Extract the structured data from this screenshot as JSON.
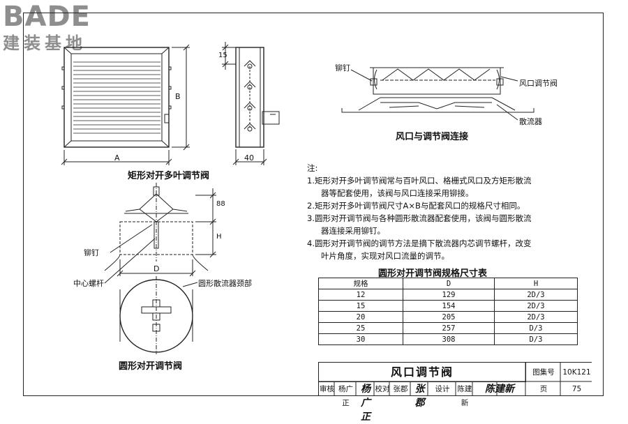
{
  "logo": {
    "main": "BADE",
    "sub": "建装基地"
  },
  "views": {
    "rect_valve_title": "矩形对开多叶调节阀",
    "dim_a": "A",
    "dim_b": "B",
    "dim_15": "15",
    "dim_40": "40",
    "round_valve_title": "圆形对开调节阀",
    "dim_88": "88",
    "dim_h": "H",
    "dim_d": "D",
    "rivet": "铆钉",
    "center_screw": "中心螺杆",
    "round_diffuser_neck": "圆形散流器颈部",
    "connection_title": "风口与调节阀连接",
    "connection_rivet": "铆钉",
    "connection_damper": "风口调节阀",
    "connection_diffuser": "散流器"
  },
  "notes": {
    "heading": "注:",
    "items": [
      {
        "line1": "1.矩形对开多叶调节阀常与百叶风口、格栅式风口及方矩形散流",
        "line2": "器等配套使用，该阀与风口连接采用铆接。"
      },
      {
        "line1": "2.矩形对开多叶调节阀尺寸A×B与配套风口的规格尺寸相同。",
        "line2": ""
      },
      {
        "line1": "3.圆形对开调节阀与各种圆形散流器配套使用，该阀与圆形散流",
        "line2": "器连接采用铆钉。"
      },
      {
        "line1": "4.圆形对开调节阀的调节方法是摘下散流器内芯调节螺杆，改变",
        "line2": "叶片角度，实现对风口流量的调节。"
      }
    ]
  },
  "spec_table": {
    "title": "圆形对开调节阀规格尺寸表",
    "headers": [
      "规格",
      "D",
      "H"
    ],
    "rows": [
      [
        "12",
        "129",
        "2D/3"
      ],
      [
        "15",
        "154",
        "2D/3"
      ],
      [
        "20",
        "205",
        "2D/3"
      ],
      [
        "25",
        "257",
        "D/3"
      ],
      [
        "30",
        "308",
        "D/3"
      ]
    ]
  },
  "title_block": {
    "title": "风口调节阀",
    "atlas_label": "图集号",
    "atlas_no": "10K121",
    "page_label": "页",
    "page_no": "75",
    "review_label": "审核",
    "reviewer": "杨广正",
    "reviewer_sig": "杨广正",
    "check_label": "校对",
    "checker": "张郡",
    "checker_sig": "张郡",
    "design_label": "设计",
    "designer": "陈建新",
    "designer_sig": "陈建新"
  }
}
